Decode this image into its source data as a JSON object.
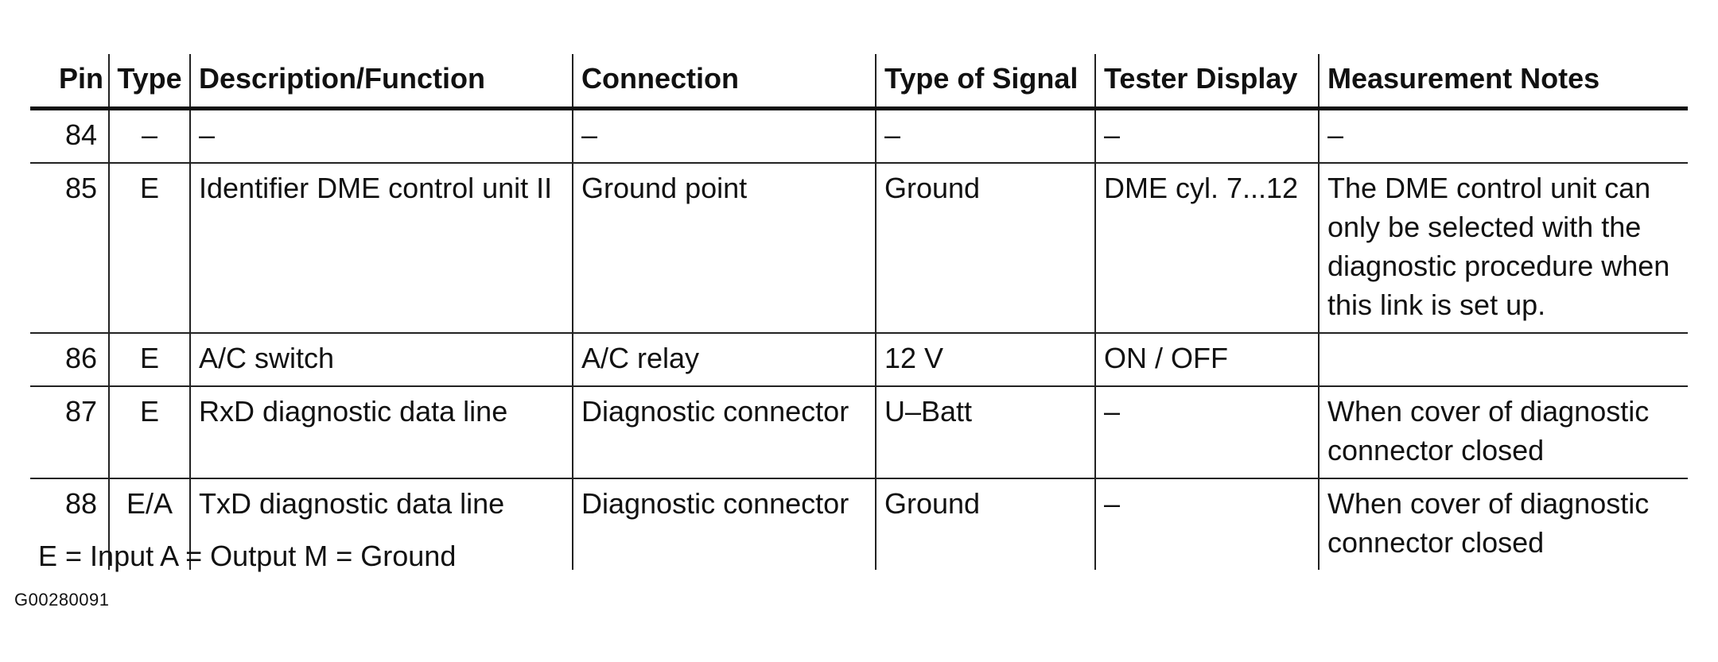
{
  "table": {
    "headers": {
      "pin": "Pin",
      "type": "Type",
      "description": "Description/Function",
      "connection": "Connection",
      "signal": "Type of Signal",
      "tester": "Tester Display",
      "notes": "Measurement Notes"
    },
    "rows": [
      {
        "pin": "84",
        "type": "–",
        "description": "–",
        "connection": "–",
        "signal": "–",
        "tester": "–",
        "notes": "–"
      },
      {
        "pin": "85",
        "type": "E",
        "description": "Identifier DME control unit II",
        "connection": "Ground point",
        "signal": "Ground",
        "tester": "DME cyl. 7...12",
        "notes": "The DME control unit can only be selected with the diagnostic procedure when this link is set up."
      },
      {
        "pin": "86",
        "type": "E",
        "description": "A/C switch",
        "connection": "A/C relay",
        "signal": "12 V",
        "tester": "ON / OFF",
        "notes": ""
      },
      {
        "pin": "87",
        "type": "E",
        "description": "RxD diagnostic data line",
        "connection": "Diagnostic connector",
        "signal": "U–Batt",
        "tester": "–",
        "notes": "When cover of diagnostic connector closed"
      },
      {
        "pin": "88",
        "type": "E/A",
        "description": "TxD diagnostic data line",
        "connection": "Diagnostic connector",
        "signal": "Ground",
        "tester": "–",
        "notes": "When cover of diagnostic connector closed"
      }
    ]
  },
  "legend": "E = Input A = Output M = Ground",
  "figure_id": "G00280091"
}
